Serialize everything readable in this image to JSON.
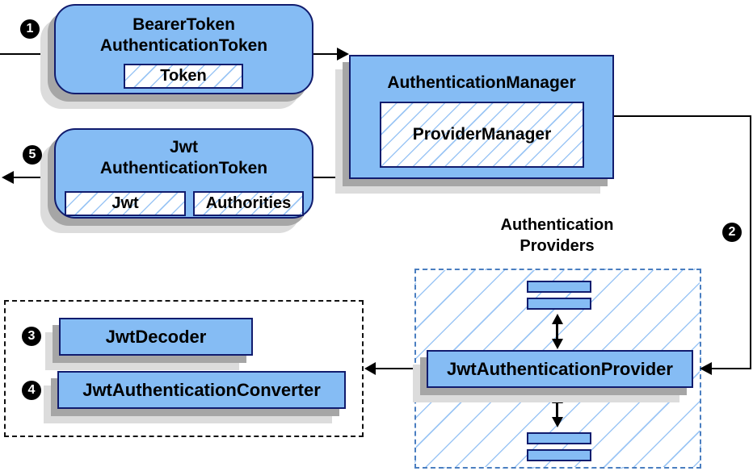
{
  "diagram": {
    "steps": {
      "s1": "1",
      "s2": "2",
      "s3": "3",
      "s4": "4",
      "s5": "5"
    },
    "bearer_token": {
      "title_line1": "BearerToken",
      "title_line2": "AuthenticationToken",
      "token_chip": "Token"
    },
    "authentication_manager": {
      "title": "AuthenticationManager",
      "provider_chip": "ProviderManager"
    },
    "jwt_authentication_token": {
      "title_line1": "Jwt",
      "title_line2": "AuthenticationToken",
      "jwt_chip": "Jwt",
      "authorities_chip": "Authorities"
    },
    "authentication_providers": {
      "label_line1": "Authentication",
      "label_line2": "Providers",
      "provider_box": "JwtAuthenticationProvider"
    },
    "jwt_decoder": {
      "title": "JwtDecoder"
    },
    "jwt_authentication_converter": {
      "title": "JwtAuthenticationConverter"
    },
    "colors": {
      "box_fill": "#85bcf4",
      "box_border": "#111c6e",
      "hatch_line": "#9cc6f5",
      "group_dashed_border": "#4a7ec0",
      "shadow_dark": "#a6a6a6",
      "shadow_light": "#dcdcdc",
      "connector": "#000000"
    }
  }
}
